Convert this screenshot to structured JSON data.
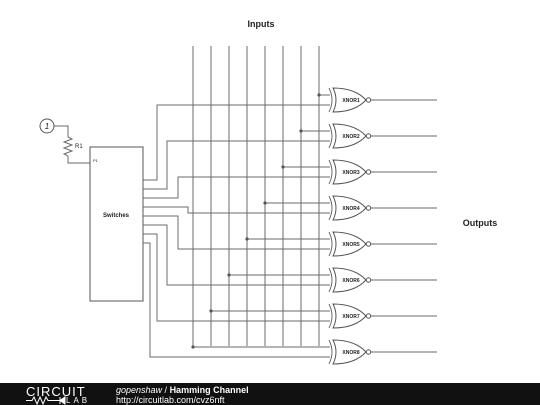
{
  "diagram": {
    "inputs_label": "Inputs",
    "outputs_label": "Outputs",
    "source_label": "1",
    "resistor_label": "R1",
    "switch_label": "Switches",
    "switch_pin_label": "P1",
    "gates": [
      "XNOR1",
      "XNOR2",
      "XNOR3",
      "XNOR4",
      "XNOR5",
      "XNOR6",
      "XNOR7",
      "XNOR8"
    ]
  },
  "footer": {
    "logo_top": "CIRCUIT",
    "logo_bottom": "LAB",
    "author": "gopenshaw",
    "separator": " / ",
    "title": "Hamming Channel",
    "url": "http://circuitlab.com/cvz6nft"
  }
}
